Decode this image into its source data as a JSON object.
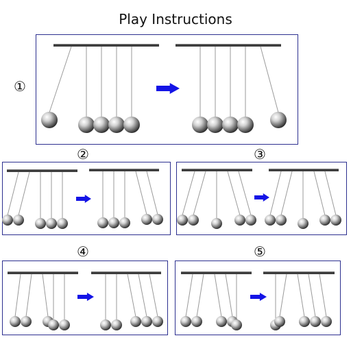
{
  "title": "Play Instructions",
  "colors": {
    "frame": "#2c2f8f",
    "arrow": "#1414e6",
    "bar": "#444444",
    "string": "#9a9a9a"
  },
  "steps": [
    {
      "marker": "①",
      "before": [
        "up",
        "down",
        "down",
        "down",
        "down"
      ],
      "after": [
        "down",
        "down",
        "down",
        "down",
        "up"
      ]
    },
    {
      "marker": "②",
      "before": [
        "up",
        "up",
        "down",
        "down",
        "down"
      ],
      "after": [
        "down",
        "down",
        "down",
        "up",
        "up"
      ]
    },
    {
      "marker": "③",
      "before": [
        "up",
        "up",
        "down",
        "up",
        "up"
      ],
      "after": [
        "up",
        "up",
        "down",
        "up",
        "up"
      ]
    },
    {
      "marker": "④",
      "before": [
        "up",
        "up",
        "up",
        "down",
        "down"
      ],
      "after": [
        "down",
        "down",
        "up",
        "up",
        "up"
      ]
    },
    {
      "marker": "⑤",
      "before": [
        "up",
        "up",
        "up",
        "up",
        "down"
      ],
      "after": [
        "down",
        "up",
        "up",
        "up",
        "up"
      ]
    }
  ]
}
